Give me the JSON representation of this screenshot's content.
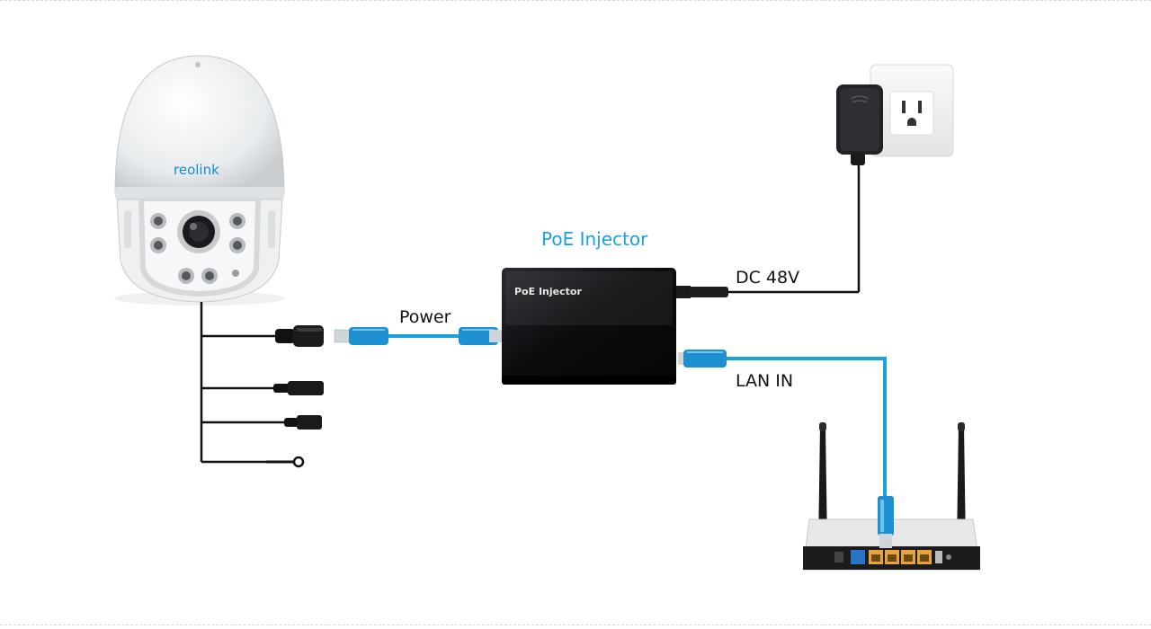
{
  "title": "PoE Injector",
  "device_label": "PoE Injector",
  "camera_brand": "reolink",
  "labels": {
    "power": "Power",
    "dc": "DC 48V",
    "lan": "LAN IN"
  },
  "colors": {
    "cable_blue": "#1aa0dc",
    "injector_body": "#101014",
    "title": "#1aa0dc",
    "router_ports": "#e8a33a"
  },
  "icons": {
    "camera": "ptz-camera-icon",
    "injector": "poe-injector-icon",
    "adapter": "power-adapter-icon",
    "outlet": "wall-outlet-icon",
    "router": "router-icon"
  }
}
